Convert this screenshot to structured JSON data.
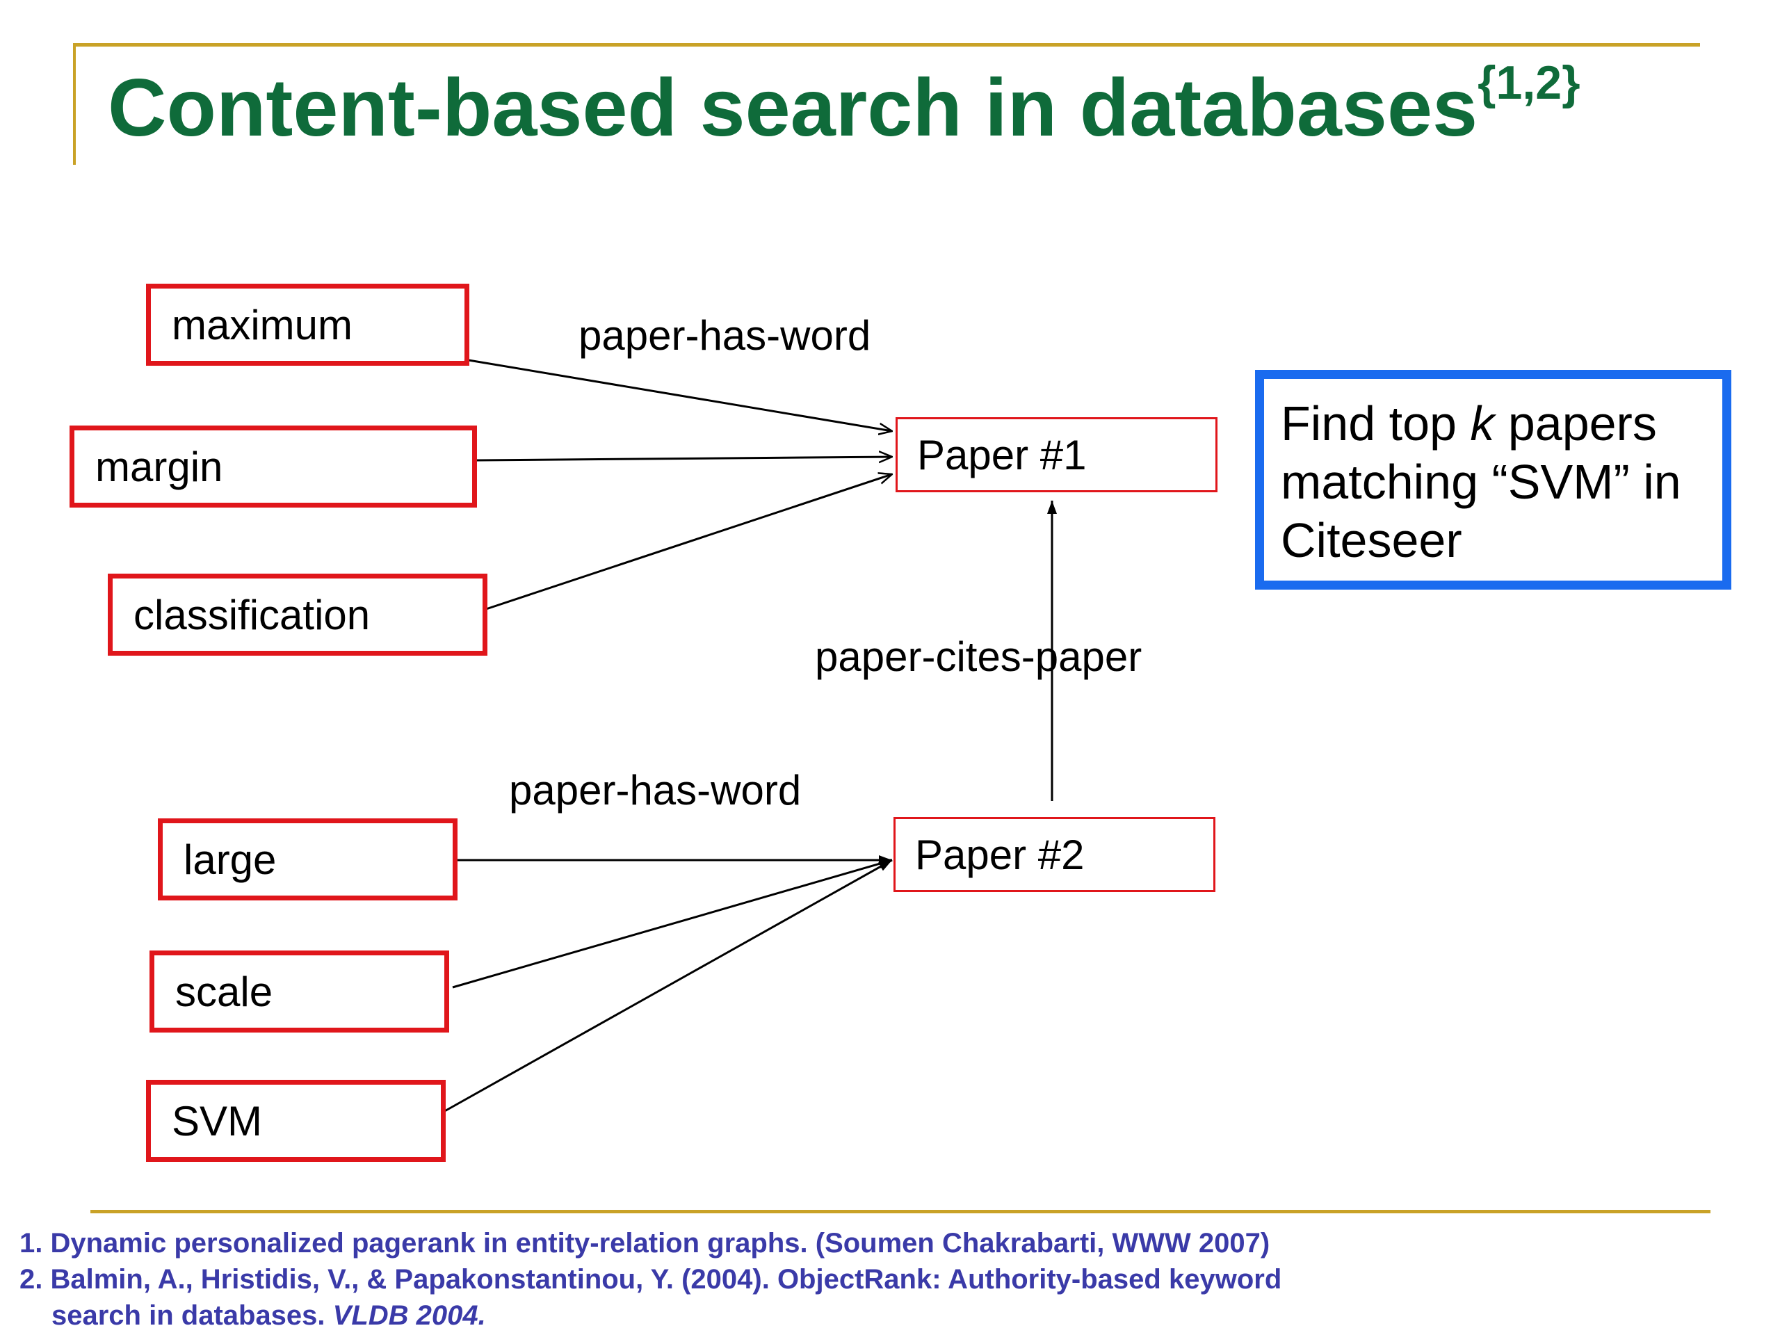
{
  "slide": {
    "title": "Content-based search in databases",
    "title_superscript": "{1,2}"
  },
  "diagram": {
    "word_nodes": [
      {
        "id": "maximum",
        "label": "maximum"
      },
      {
        "id": "margin",
        "label": "margin"
      },
      {
        "id": "classification",
        "label": "classification"
      },
      {
        "id": "large",
        "label": "large"
      },
      {
        "id": "scale",
        "label": "scale"
      },
      {
        "id": "svm",
        "label": "SVM"
      }
    ],
    "paper_nodes": [
      {
        "id": "paper1",
        "label": "Paper #1"
      },
      {
        "id": "paper2",
        "label": "Paper #2"
      }
    ],
    "edge_labels": {
      "has_word_top": "paper-has-word",
      "has_word_bottom": "paper-has-word",
      "cites": "paper-cites-paper"
    },
    "edges": [
      {
        "from": "maximum",
        "to": "paper1",
        "relation": "paper-has-word"
      },
      {
        "from": "margin",
        "to": "paper1",
        "relation": "paper-has-word"
      },
      {
        "from": "classification",
        "to": "paper1",
        "relation": "paper-has-word"
      },
      {
        "from": "large",
        "to": "paper2",
        "relation": "paper-has-word"
      },
      {
        "from": "scale",
        "to": "paper2",
        "relation": "paper-has-word"
      },
      {
        "from": "svm",
        "to": "paper2",
        "relation": "paper-has-word"
      },
      {
        "from": "paper2",
        "to": "paper1",
        "relation": "paper-cites-paper"
      }
    ]
  },
  "query_box": {
    "line1_before": "Find top ",
    "line1_k": "k",
    "line1_after": " papers",
    "line2": "matching “SVM” in",
    "line3": "Citeseer"
  },
  "references": {
    "ref1": "1. Dynamic personalized pagerank in entity-relation graphs. (Soumen Chakrabarti, WWW 2007)",
    "ref2_line1": "2. Balmin, A., Hristidis, V., & Papakonstantinou, Y. (2004). ObjectRank: Authority-based keyword",
    "ref2_line2_plain": "search in databases. ",
    "ref2_line2_italic": "VLDB 2004."
  },
  "colors": {
    "title": "#0f6b3a",
    "accent_rule": "#c9a227",
    "node_border": "#e0161b",
    "query_border": "#1a6bef",
    "references": "#3a3aa8"
  }
}
